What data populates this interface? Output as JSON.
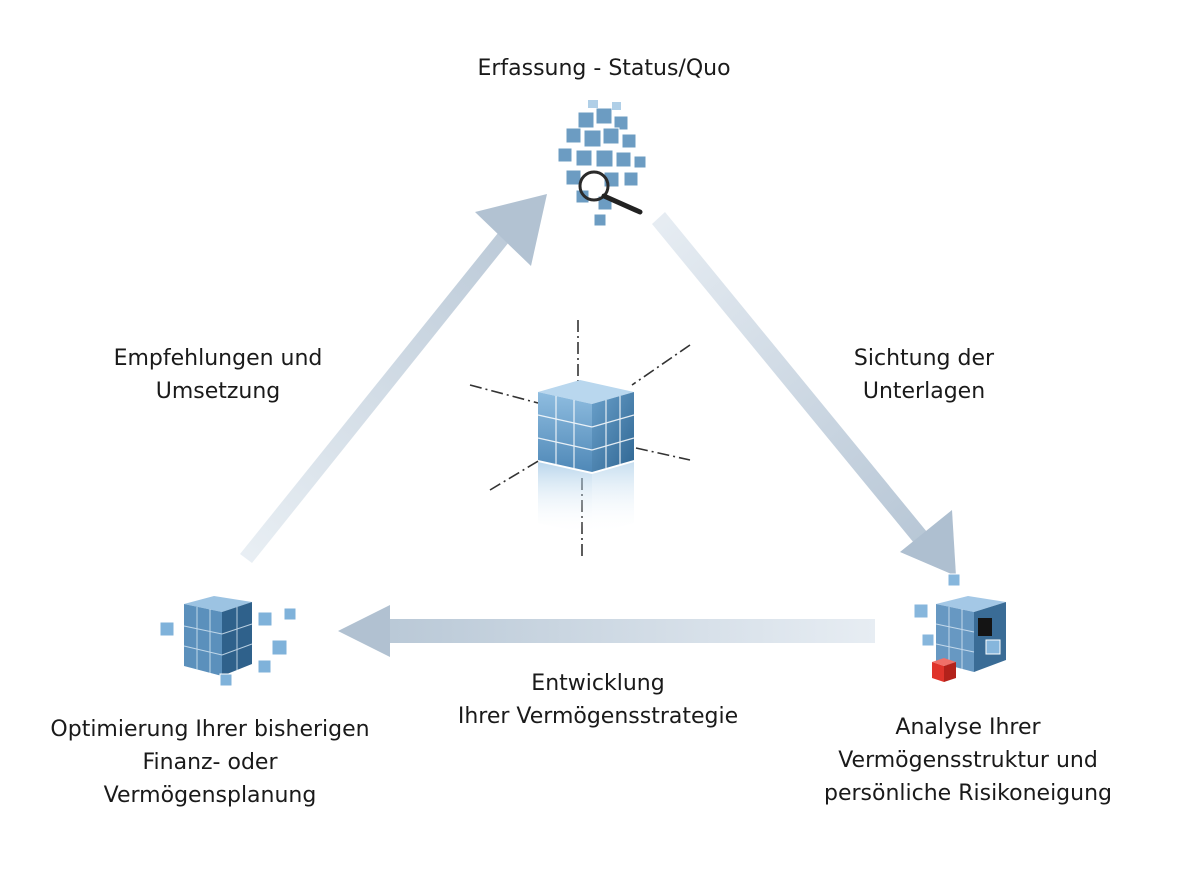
{
  "top_node": {
    "label": "Erfassung - Status/Quo"
  },
  "right_node": {
    "lines": [
      "Analyse Ihrer",
      "Vermögensstruktur und",
      "persönliche Risikoneigung"
    ]
  },
  "left_node": {
    "lines": [
      "Optimierung Ihrer bisherigen",
      "Finanz- oder",
      "Vermögensplanung"
    ]
  },
  "edge_top_right": {
    "lines": [
      "Sichtung der",
      "Unterlagen"
    ]
  },
  "edge_bottom": {
    "lines": [
      "Entwicklung",
      "Ihrer Vermögensstrategie"
    ]
  },
  "edge_left_top": {
    "lines": [
      "Empfehlungen und",
      "Umsetzung"
    ]
  },
  "colors": {
    "arrow": "#bccad8",
    "cube_light": "#a9cbe6",
    "cube_mid": "#5f93bd",
    "cube_dark": "#2f5f86",
    "accent_red": "#e0342b"
  }
}
